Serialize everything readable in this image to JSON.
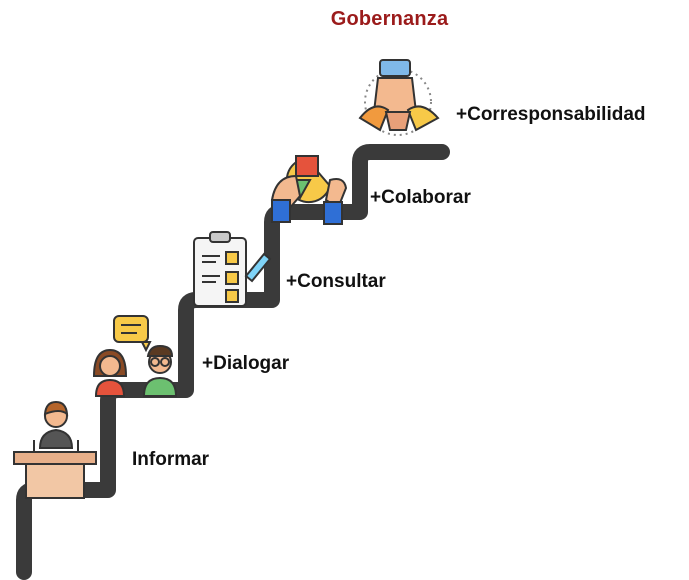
{
  "title": "Gobernanza",
  "steps": [
    {
      "label": "Informar",
      "icon": "speaker-podium-icon"
    },
    {
      "label": "+Dialogar",
      "icon": "conversation-people-icon"
    },
    {
      "label": "+Consultar",
      "icon": "checklist-clipboard-icon"
    },
    {
      "label": "+Colaborar",
      "icon": "hands-puzzle-icon"
    },
    {
      "label": "+Corresponsabilidad",
      "icon": "stacked-hands-icon"
    }
  ],
  "colors": {
    "title": "#9b1b1b",
    "stair": "#3a3a3a",
    "skin": "#f3b98f",
    "orange": "#f19a3e",
    "red": "#e5533c",
    "green": "#6cc070",
    "blue": "#2f6fd6",
    "yellow": "#f7c948"
  }
}
